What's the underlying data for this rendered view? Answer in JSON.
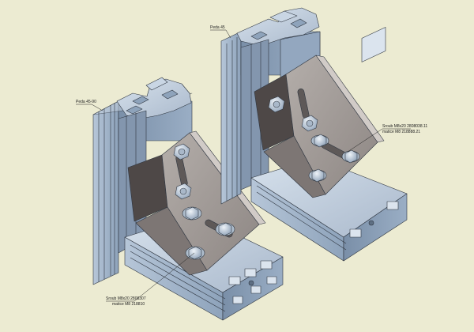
{
  "labels": {
    "left_profile": "Peda 45-90",
    "right_profile": "Peda 45",
    "screw_left_line1": "Sroub M8x20 2808307",
    "screw_left_line2": "matice M8 218810",
    "screw_right_line1": "Sroub M8x20 2808038.11",
    "screw_right_line2": "matice M8 218888.21"
  },
  "colors": {
    "background": "#ecebd2",
    "profile_front": "#9fb3c9",
    "profile_side": "#7e93ab",
    "profile_top": "#c3d1e0",
    "bracket_light": "#a59e9b",
    "bracket_dark": "#56504f",
    "edge": "#2f3640"
  }
}
